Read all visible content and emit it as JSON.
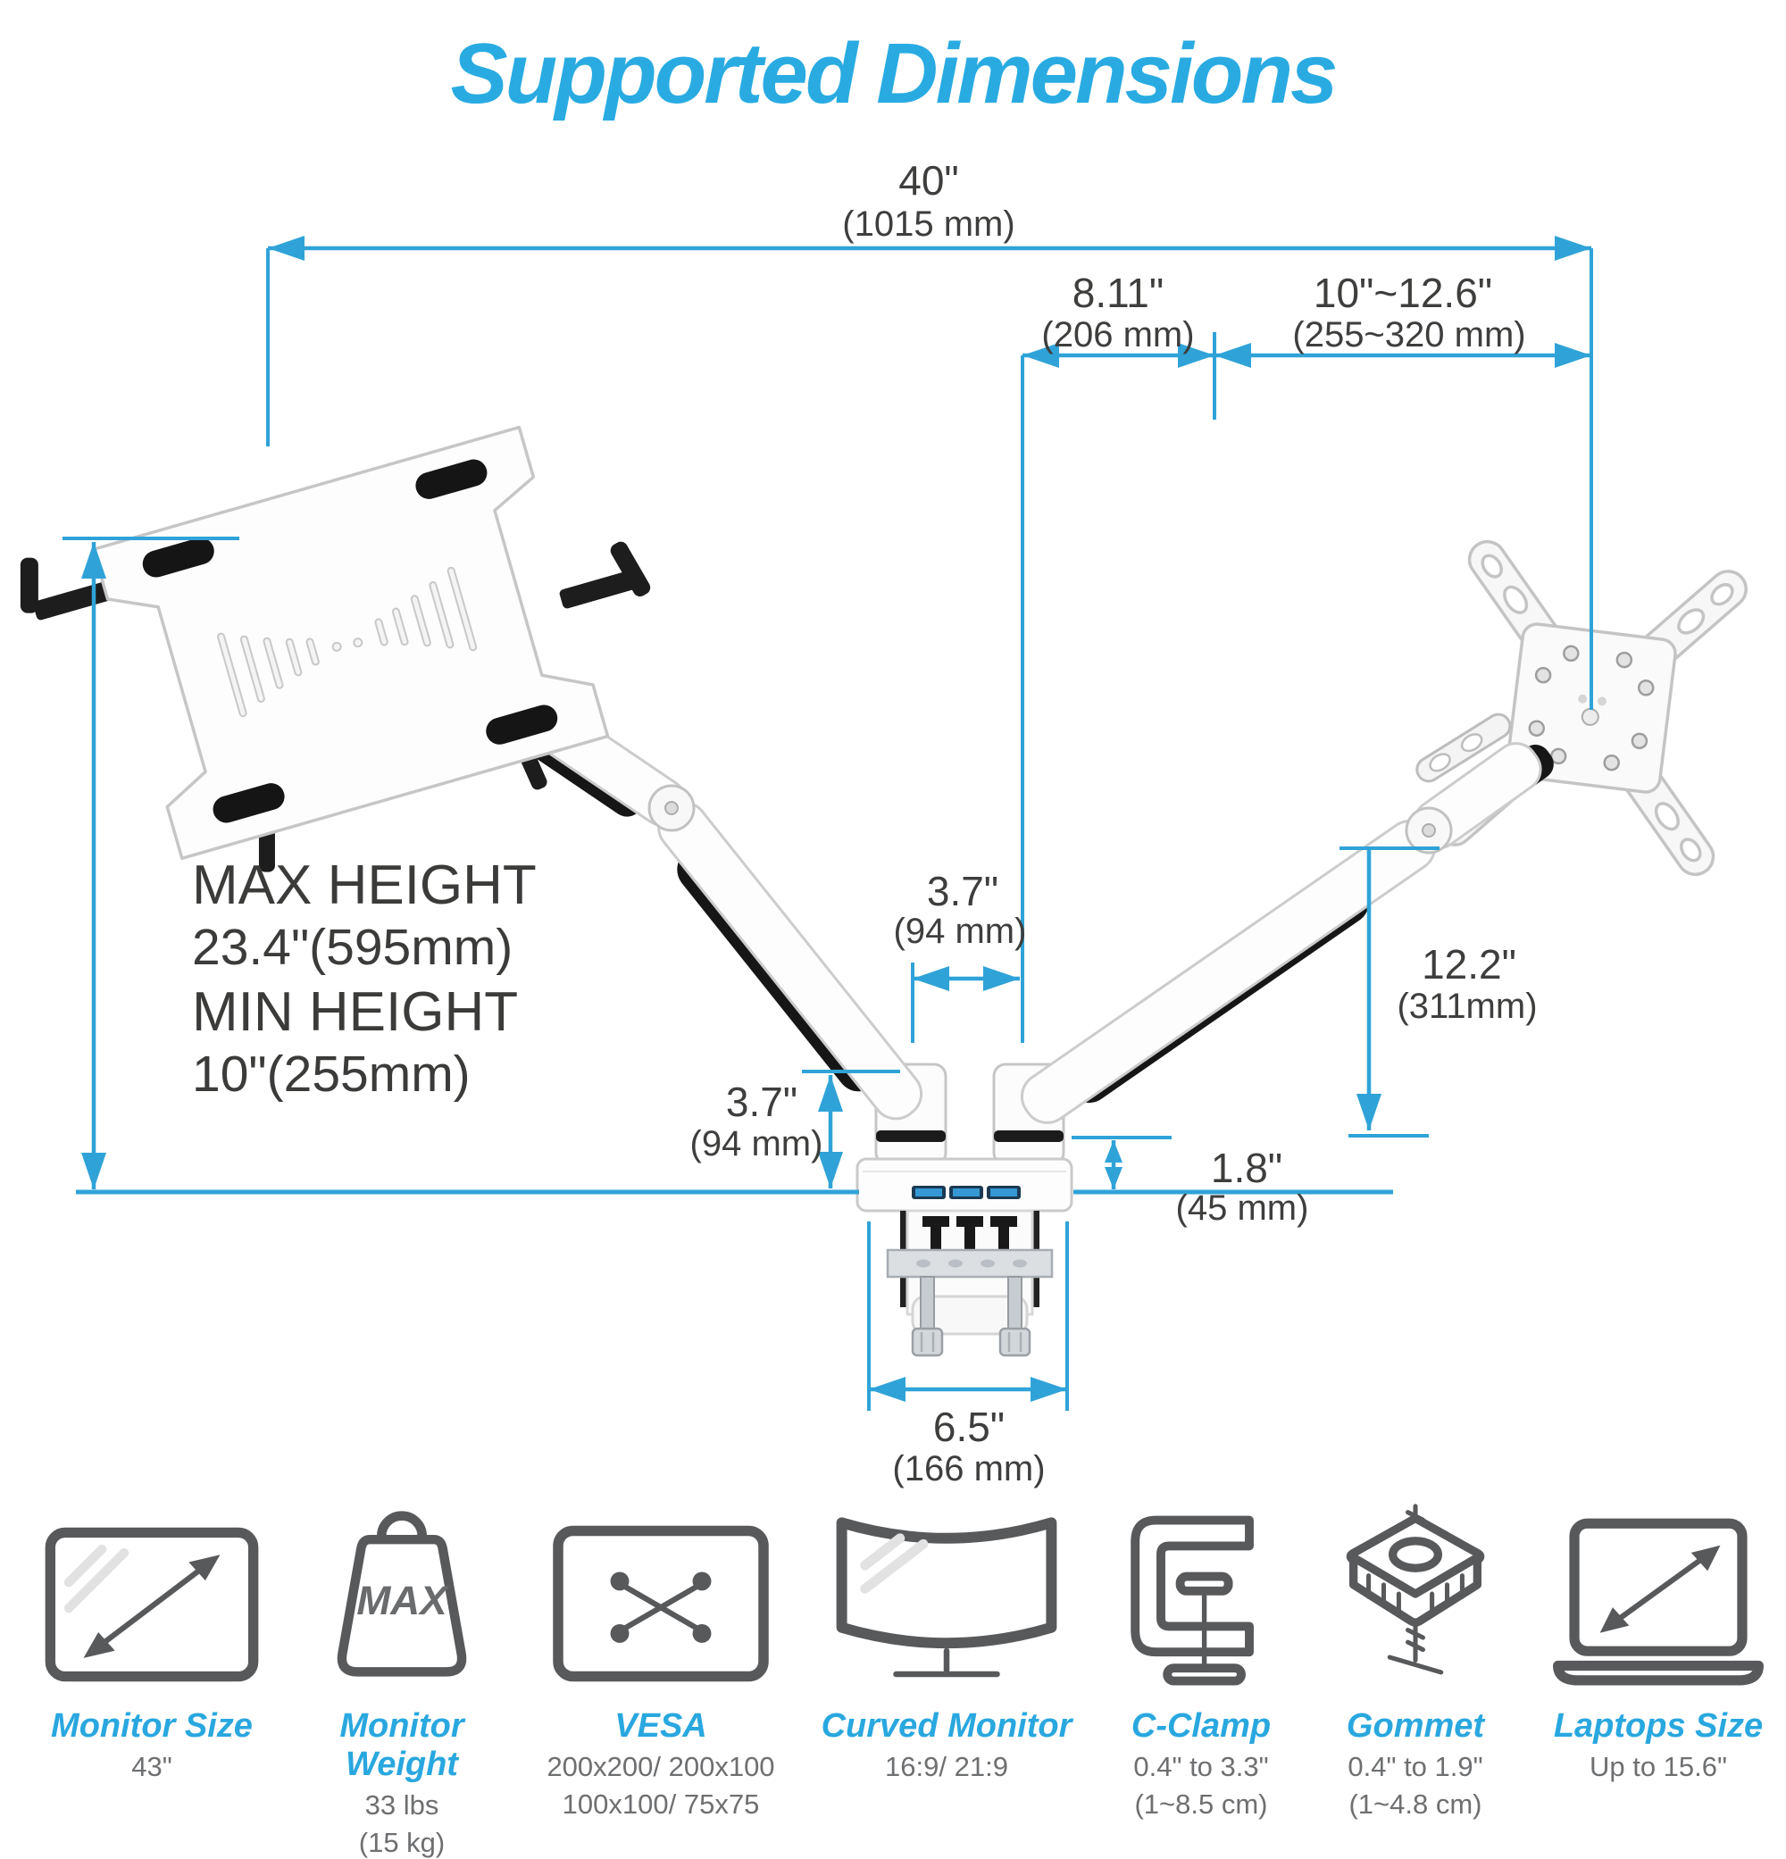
{
  "title": "Supported Dimensions",
  "dims": {
    "total_width": {
      "primary": "40\"",
      "secondary": "(1015 mm)"
    },
    "center_offset": {
      "primary": "8.11\"",
      "secondary": "(206 mm)"
    },
    "arm_reach": {
      "primary": "10\"~12.6\"",
      "secondary": "(255~320 mm)"
    },
    "max_height": {
      "label": "MAX HEIGHT",
      "value": "23.4\"(595mm)"
    },
    "min_height": {
      "label": "MIN HEIGHT",
      "value": "10\"(255mm)"
    },
    "pole_offset": {
      "primary": "3.7\"",
      "secondary": "(94 mm)"
    },
    "riser_height": {
      "primary": "3.7\"",
      "secondary": "(94 mm)"
    },
    "arm_joint_height": {
      "primary": "12.2\"",
      "secondary": "(311mm)"
    },
    "base_above_desk": {
      "primary": "1.8\"",
      "secondary": "(45 mm)"
    },
    "base_width": {
      "primary": "6.5\"",
      "secondary": "(166 mm)"
    }
  },
  "specs": [
    {
      "label": "Monitor Size",
      "values": [
        "43\""
      ]
    },
    {
      "label": "Monitor Weight",
      "values": [
        "33 lbs",
        "(15 kg)"
      ],
      "icon_label": "MAX"
    },
    {
      "label": "VESA",
      "values": [
        "200x200/ 200x100",
        "100x100/ 75x75"
      ]
    },
    {
      "label": "Curved Monitor",
      "values": [
        "16:9/ 21:9"
      ]
    },
    {
      "label": "C-Clamp",
      "values": [
        "0.4\" to 3.3\"",
        "(1~8.5 cm)"
      ]
    },
    {
      "label": "Gommet",
      "values": [
        "0.4\" to 1.9\"",
        "(1~4.8 cm)"
      ]
    },
    {
      "label": "Laptops Size",
      "values": [
        "Up to 15.6\""
      ]
    }
  ],
  "colors": {
    "accent_blue": "#29ABE2",
    "dimension_blue": "#2FA3D8",
    "text_dark": "#3E3E3D",
    "value_gray": "#6E6F71",
    "icon_gray": "#58595B"
  }
}
